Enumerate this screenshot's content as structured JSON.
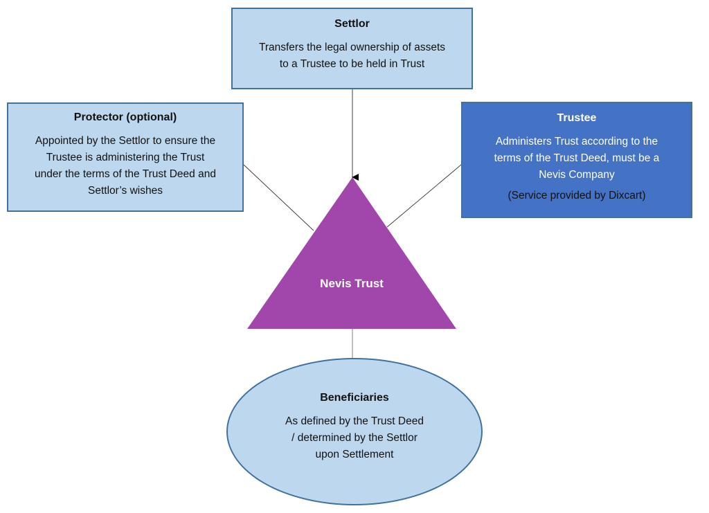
{
  "diagram": {
    "settlor": {
      "title": "Settlor",
      "lines": [
        "Transfers the legal ownership of assets",
        "to a Trustee to be held in Trust"
      ]
    },
    "protector": {
      "title": "Protector (optional)",
      "lines": [
        "Appointed by the Settlor to ensure the",
        "Trustee is administering the Trust",
        "under the terms of the Trust Deed and",
        "Settlor’s wishes"
      ]
    },
    "trustee": {
      "title": "Trustee",
      "lines": [
        "Administers Trust according to the",
        "terms of the Trust Deed, must be a",
        "Nevis Company"
      ],
      "note": "(Service provided by Dixcart)"
    },
    "center": {
      "label": "Nevis Trust"
    },
    "beneficiaries": {
      "title": "Beneficiaries",
      "lines": [
        "As defined by the Trust Deed",
        "/ determined by the Settlor",
        "upon Settlement"
      ]
    },
    "colors": {
      "light_fill": "#bdd7ee",
      "dark_fill": "#4472c4",
      "border": "#41719c",
      "triangle": "#a146aa",
      "connector": "#404040"
    }
  }
}
